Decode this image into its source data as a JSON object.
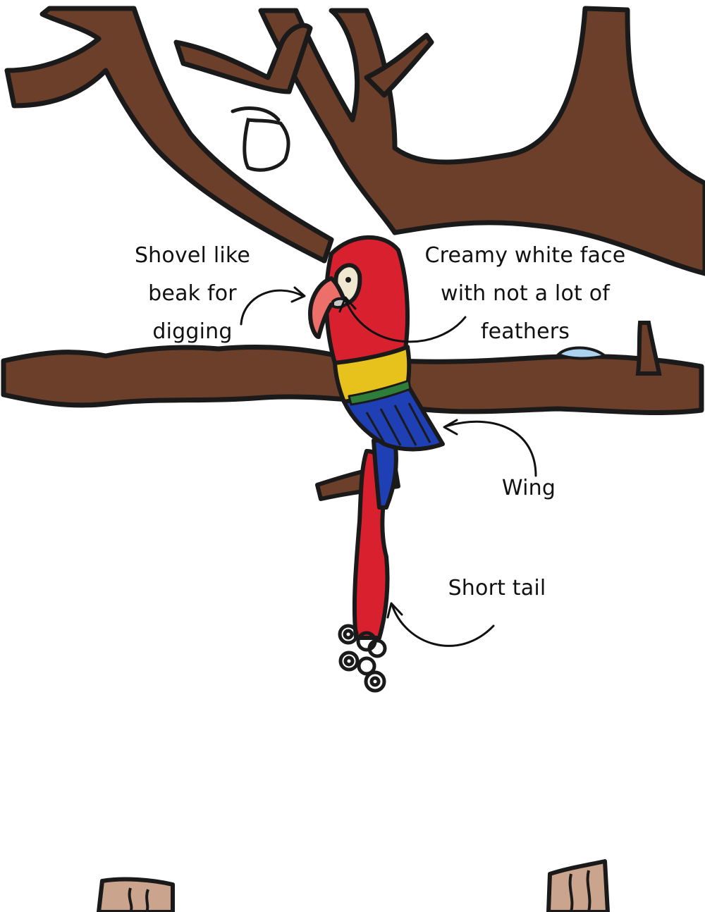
{
  "labels": {
    "beak": [
      "Shovel like",
      "beak for",
      "digging"
    ],
    "face": [
      "Creamy white face",
      "with not a lot of",
      "feathers"
    ],
    "wing": "Wing",
    "tail": "Short tail"
  },
  "colors": {
    "bark": "#6b3f2a",
    "bark_dark": "#4a2a1c",
    "outline": "#1a1a1a",
    "macaw_red": "#d8202e",
    "macaw_yellow": "#e8c21c",
    "macaw_green": "#2f7d3a",
    "macaw_blue": "#1f3fb5",
    "beak": "#ec6f6a",
    "face": "#efe7cf",
    "sky_spot": "#a9d3ef"
  }
}
